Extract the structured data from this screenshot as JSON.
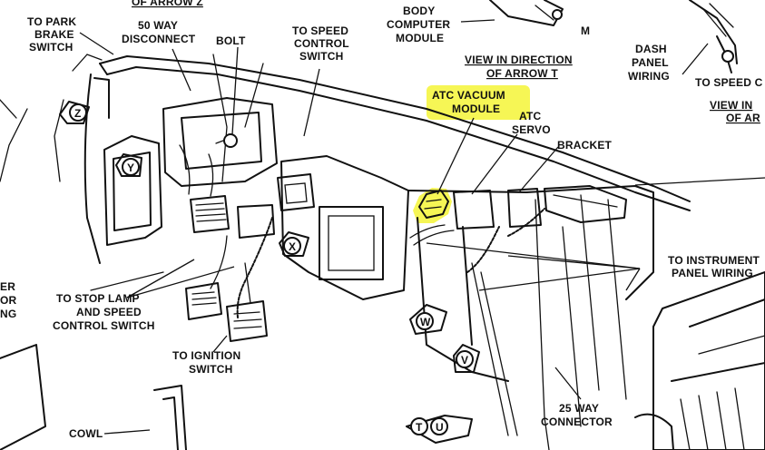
{
  "highlight_color": "#f5f542",
  "labels": {
    "to_park_brake_switch": [
      "TO PARK",
      "BRAKE",
      "SWITCH"
    ],
    "fifty_way_disconnect": [
      "50 WAY",
      "DISCONNECT"
    ],
    "bolt": "BOLT",
    "to_speed_control_switch": [
      "TO SPEED",
      "CONTROL",
      "SWITCH"
    ],
    "body_computer_module": [
      "BODY",
      "COMPUTER",
      "MODULE"
    ],
    "view_arrow_t": [
      "VIEW IN DIRECTION",
      "OF ARROW T"
    ],
    "view_arrow_z_top": "OF ARROW Z",
    "dash_panel_wiring": [
      "DASH",
      "PANEL",
      "WIRING"
    ],
    "to_speed_right": "TO SPEED C",
    "view_in_right": [
      "VIEW IN",
      "OF AR"
    ],
    "atc_vacuum_module": [
      "ATC VACUUM",
      "MODULE"
    ],
    "atc_servo": [
      "ATC",
      "SERVO"
    ],
    "bracket": "BRACKET",
    "to_instrument_panel_wiring": [
      "TO INSTRUMENT",
      "PANEL WIRING"
    ],
    "left_cut": [
      "ER",
      "OR",
      "NG"
    ],
    "to_stop_lamp": [
      "TO STOP LAMP",
      "AND SPEED",
      "CONTROL SWITCH"
    ],
    "to_ignition_switch": [
      "TO IGNITION",
      "SWITCH"
    ],
    "cowl": "COWL",
    "twenty_five_way_connector": [
      "25 WAY",
      "CONNECTOR"
    ]
  },
  "callouts": {
    "z": "Z",
    "y": "Y",
    "x": "X",
    "w": "W",
    "v": "V",
    "t": "T",
    "u": "U",
    "m": "M"
  }
}
